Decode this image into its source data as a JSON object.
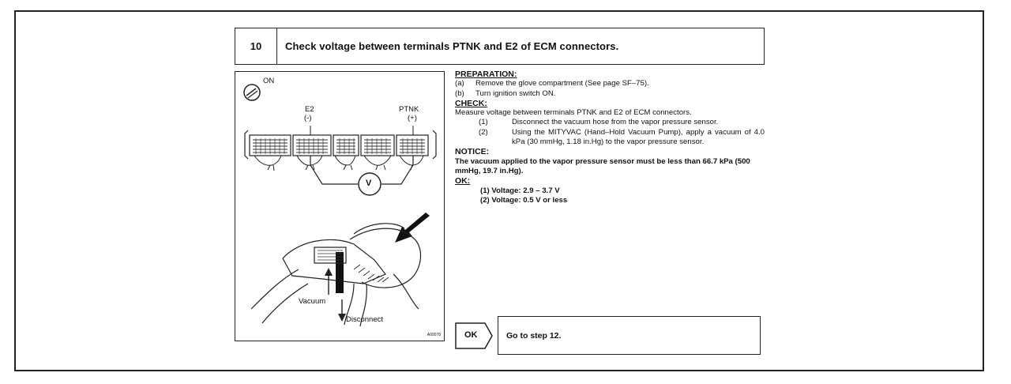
{
  "step": {
    "number": "10",
    "title": "Check voltage between terminals PTNK and E2 of ECM connectors."
  },
  "figure": {
    "ignition_label": "ON",
    "terminal_left_name": "E2",
    "terminal_left_polarity": "(-)",
    "terminal_right_name": "PTNK",
    "terminal_right_polarity": "(+)",
    "meter_symbol": "V",
    "vacuum_label": "Vacuum",
    "disconnect_label": "Disconnect",
    "figure_code": "A00078"
  },
  "preparation": {
    "heading": "PREPARATION:",
    "items": [
      {
        "label": "(a)",
        "text": "Remove the glove compartment (See page SF–75)."
      },
      {
        "label": "(b)",
        "text": "Turn ignition switch ON."
      }
    ]
  },
  "check": {
    "heading": "CHECK:",
    "intro": "Measure voltage between terminals PTNK and E2 of ECM connectors.",
    "steps": [
      {
        "label": "(1)",
        "text": "Disconnect the vacuum hose from the vapor pressure sensor."
      },
      {
        "label": "(2)",
        "text": "Using the MITYVAC (Hand–Hold Vacuum Pump), apply a vacuum of 4.0 kPa (30 mmHg, 1.18 in.Hg) to the vapor pressure sensor."
      }
    ]
  },
  "notice": {
    "heading": "NOTICE:",
    "text": "The vacuum applied to the vapor pressure sensor must be less than 66.7 kPa (500 mmHg, 19.7 in.Hg)."
  },
  "ok": {
    "heading": "OK:",
    "items": [
      {
        "label": "(1)",
        "text": "Voltage: 2.9 – 3.7 V"
      },
      {
        "label": "(2)",
        "text": "Voltage: 0.5 V or less"
      }
    ],
    "tag": "OK",
    "destination": "Go to step 12."
  }
}
